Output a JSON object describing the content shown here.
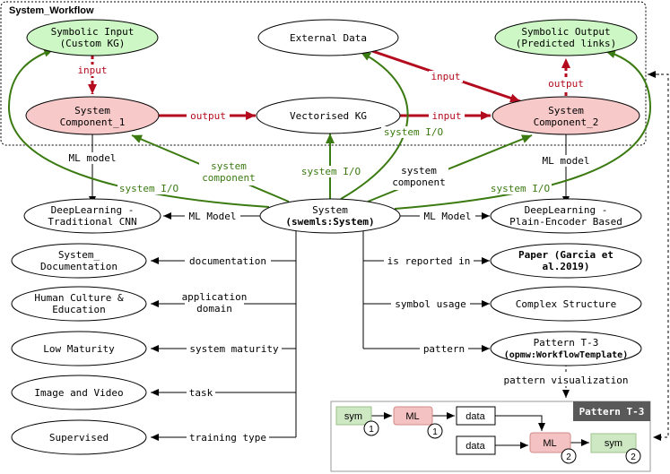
{
  "frame": {
    "title": "System_Workflow"
  },
  "nodes": {
    "symbolic_input": {
      "line1": "Symbolic Input",
      "line2": "(Custom KG)"
    },
    "external_data": {
      "line1": "External Data"
    },
    "symbolic_output": {
      "line1": "Symbolic Output",
      "line2": "(Predicted links)"
    },
    "system_component_1": {
      "line1": "System",
      "line2": "Component_1"
    },
    "vectorised_kg": {
      "line1": "Vectorised KG"
    },
    "system_component_2": {
      "line1": "System",
      "line2": "Component_2"
    },
    "system": {
      "line1": "System",
      "line2": "(swemls:System)"
    },
    "dl_cnn": {
      "line1": "DeepLearning -",
      "line2": "Traditional CNN"
    },
    "dl_encoder": {
      "line1": "DeepLearning -",
      "line2": "Plain-Encoder Based"
    },
    "sys_doc": {
      "line1": "System_",
      "line2": "Documentation"
    },
    "human_culture": {
      "line1": "Human Culture &",
      "line2": "Education"
    },
    "low_maturity": {
      "line1": "Low Maturity"
    },
    "image_video": {
      "line1": "Image and Video"
    },
    "supervised": {
      "line1": "Supervised"
    },
    "paper": {
      "line1": "Paper (Garcia et",
      "line2": "al.2019)"
    },
    "complex_structure": {
      "line1": "Complex Structure"
    },
    "pattern": {
      "line1": "Pattern T-3",
      "line2": "(opmw:WorkflowTemplate)"
    }
  },
  "edge_labels": {
    "input_1": "input",
    "input_ext": "input",
    "input_2": "input",
    "output_1": "output",
    "output_2": "output",
    "system_io_top": "system I/O",
    "system_io_center": "system I/O",
    "system_io_left": "system I/O",
    "system_io_right": "system I/O",
    "system_component_left_1": "system",
    "system_component_left_2": "component",
    "system_component_right_1": "system",
    "system_component_right_2": "component",
    "ml_model_left_top": "ML model",
    "ml_model_right_top": "ML model",
    "ml_model_left": "ML Model",
    "ml_model_right": "ML Model",
    "documentation": "documentation",
    "application_domain_1": "application",
    "application_domain_2": "domain",
    "system_maturity": "system maturity",
    "task": "task",
    "training_type": "training type",
    "is_reported_in": "is reported in",
    "symbol_usage": "symbol usage",
    "pattern": "pattern",
    "pattern_visualization": "pattern visualization"
  },
  "pattern_box": {
    "title": "Pattern T-3",
    "sym_in": "sym",
    "ml1": "ML",
    "data1": "data",
    "data2": "data",
    "ml2": "ML",
    "sym_out": "sym",
    "badge_1a": "1",
    "badge_1b": "1",
    "badge_2a": "2",
    "badge_2b": "2"
  },
  "colors": {
    "green_fill": "#cdf7c4",
    "red_fill": "#f8c9c9",
    "red_arrow": "#b40a1e",
    "green_arrow": "#3a7a10",
    "black": "#000000",
    "pattern_green": "#cfe8c4",
    "pattern_red": "#f4c2c2",
    "pattern_title_bg": "#595959"
  }
}
